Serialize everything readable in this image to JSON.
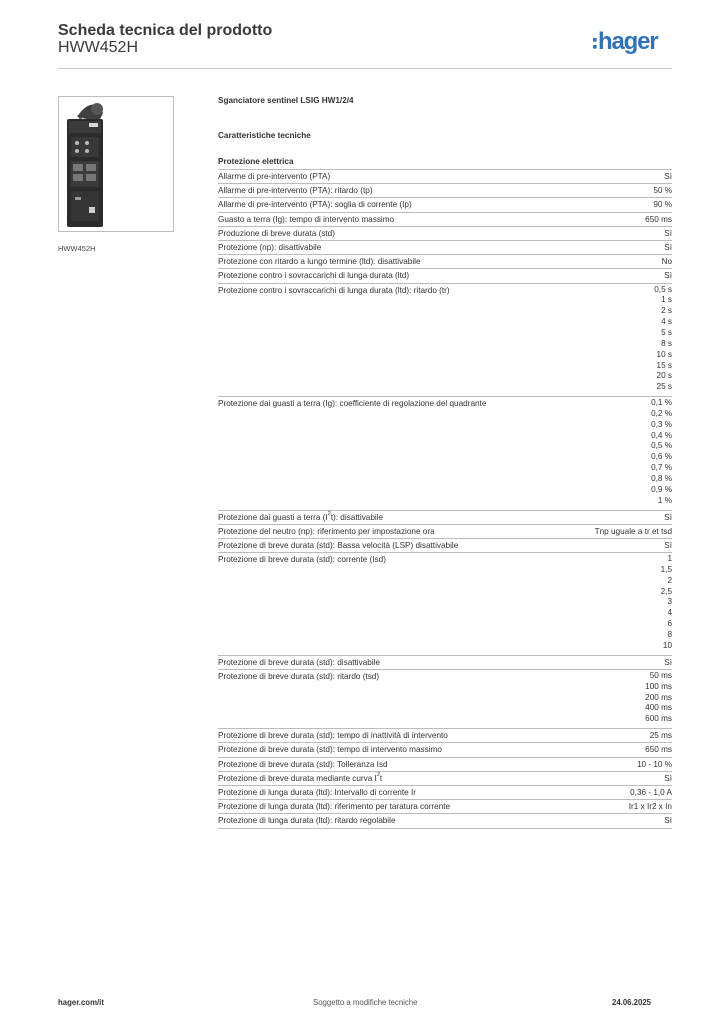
{
  "header": {
    "title": "Scheda tecnica del prodotto",
    "code": "HWW452H",
    "logo_text": ":hager",
    "logo_color": "#2f73b8"
  },
  "product": {
    "caption": "HWW452H",
    "range": "Sganciatore sentinel LSIG HW1/2/4"
  },
  "sections": {
    "tech": "Caratteristiche tecniche",
    "protection": "Protezione elettrica"
  },
  "rows": [
    {
      "label": "Allarme di pre-intervento (PTA)",
      "values": [
        "Sì"
      ]
    },
    {
      "label": "Allarme di pre-intervento (PTA): ritardo (tp)",
      "values": [
        "50 %"
      ]
    },
    {
      "label": "Allarme di pre-intervento (PTA): soglia di corrente (Ip)",
      "values": [
        "90 %"
      ]
    },
    {
      "label": "Guasto a terra (Ig): tempo di intervento massimo",
      "values": [
        "650 ms"
      ]
    },
    {
      "label": "Produzione di breve durata (std)",
      "values": [
        "Sì"
      ]
    },
    {
      "label": "Protezione (np): disattivabile",
      "values": [
        "Sì"
      ]
    },
    {
      "label": "Protezione con ritardo a lungo termine (ltd): disattivabile",
      "values": [
        "No"
      ]
    },
    {
      "label": "Protezione contro i sovraccarichi di lunga durata (ltd)",
      "values": [
        "Sì"
      ]
    },
    {
      "label": "Protezione contro i sovraccarichi di lunga durata (ltd): ritardo (tr)",
      "values": [
        "0,5 s",
        "1 s",
        "2 s",
        "4 s",
        "5 s",
        "8 s",
        "10 s",
        "15 s",
        "20 s",
        "25 s"
      ]
    },
    {
      "label": "Protezione dai guasti a terra (Ig): coefficiente di regolazione del quadrante",
      "values": [
        "0,1 %",
        "0,2 %",
        "0,3 %",
        "0,4 %",
        "0,5 %",
        "0,6 %",
        "0,7 %",
        "0,8 %",
        "0,9 %",
        "1 %"
      ]
    },
    {
      "label_pre": "Protezione dai guasti a terra (I",
      "label_sup": "2",
      "label_post": "t): disattivabile",
      "values": [
        "Sì"
      ]
    },
    {
      "label": "Protezione del neutro (np): riferimento per impostazione ora",
      "values": [
        "Tnp uguale a tr et tsd"
      ]
    },
    {
      "label": "Protezione di breve durata (std): Bassa velocità (LSP) disattivabile",
      "values": [
        "Sì"
      ]
    },
    {
      "label": "Protezione di breve durata (std): corrente (Isd)",
      "values": [
        "1",
        "1,5",
        "2",
        "2,5",
        "3",
        "4",
        "6",
        "8",
        "10"
      ]
    },
    {
      "label": "Protezione di breve durata (std): disattivabile",
      "values": [
        "Sì"
      ]
    },
    {
      "label": "Protezione di breve durata (std): ritardo (tsd)",
      "values": [
        "50 ms",
        "100 ms",
        "200 ms",
        "400 ms",
        "600 ms"
      ]
    },
    {
      "label": "Protezione di breve durata (std): tempo di inattività di intervento",
      "values": [
        "25 ms"
      ]
    },
    {
      "label": "Protezione di breve durata (std): tempo di intervento massimo",
      "values": [
        "650 ms"
      ]
    },
    {
      "label": "Protezione di breve durata (std): Tolleranza Isd",
      "values": [
        "10 - 10 %"
      ]
    },
    {
      "label_pre": "Protezione di breve durata mediante curva I",
      "label_sup": "2",
      "label_post": "t",
      "values": [
        "Sì"
      ]
    },
    {
      "label": "Protezione di lunga durata (ltd): Intervallo di corrente Ir",
      "values": [
        "0,36 - 1,0 A"
      ]
    },
    {
      "label": "Protezione di lunga durata (ltd): riferimento per taratura corrente",
      "values": [
        "Ir1 x Ir2 x In"
      ]
    },
    {
      "label": "Protezione di lunga durata (ltd): ritardo regolabile",
      "values": [
        "Sì"
      ]
    }
  ],
  "footer": {
    "url": "hager.com/it",
    "note": "Soggetto a modifiche tecniche",
    "date": "24.06.2025"
  }
}
